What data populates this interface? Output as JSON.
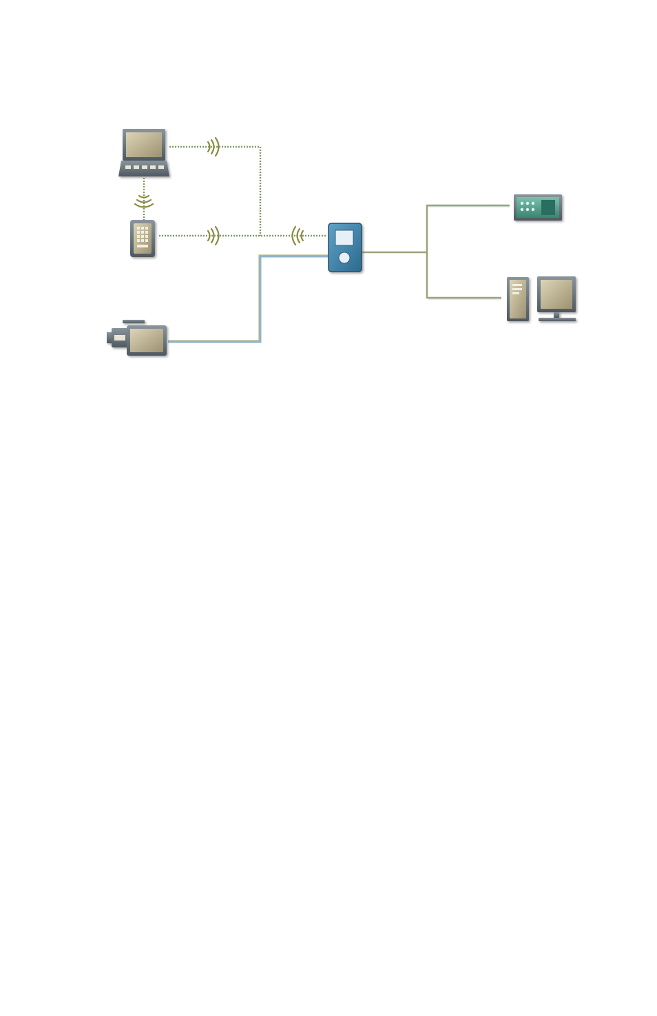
{
  "diagram": {
    "type": "network-topology",
    "colors": {
      "wire": "#9aa27a",
      "wire_highlight": "#8fb0b0",
      "video_wire": "#8fb4cc",
      "wireless_dots": "#7f9a62",
      "wave": "#8a8a40",
      "device_screen": "#c2b898",
      "device_frame": "#5f6a72",
      "hub_body": "#3d7fa6",
      "box_green": "#4f9a88"
    },
    "nodes": [
      {
        "id": "laptop",
        "icon": "laptop-icon"
      },
      {
        "id": "pda",
        "icon": "pda-icon"
      },
      {
        "id": "camcorder",
        "icon": "camcorder-icon"
      },
      {
        "id": "media-player-hub",
        "icon": "media-player-icon"
      },
      {
        "id": "set-top-box",
        "icon": "set-top-box-icon"
      },
      {
        "id": "desktop-pc",
        "icon": "desktop-computer-icon"
      }
    ],
    "links": [
      {
        "from": "laptop",
        "to": "media-player-hub",
        "kind": "wireless"
      },
      {
        "from": "pda",
        "to": "media-player-hub",
        "kind": "wireless"
      },
      {
        "from": "laptop",
        "to": "pda",
        "kind": "wireless"
      },
      {
        "from": "camcorder",
        "to": "media-player-hub",
        "kind": "wired"
      },
      {
        "from": "media-player-hub",
        "to": "set-top-box",
        "kind": "wired"
      },
      {
        "from": "media-player-hub",
        "to": "desktop-pc",
        "kind": "wired"
      }
    ]
  }
}
